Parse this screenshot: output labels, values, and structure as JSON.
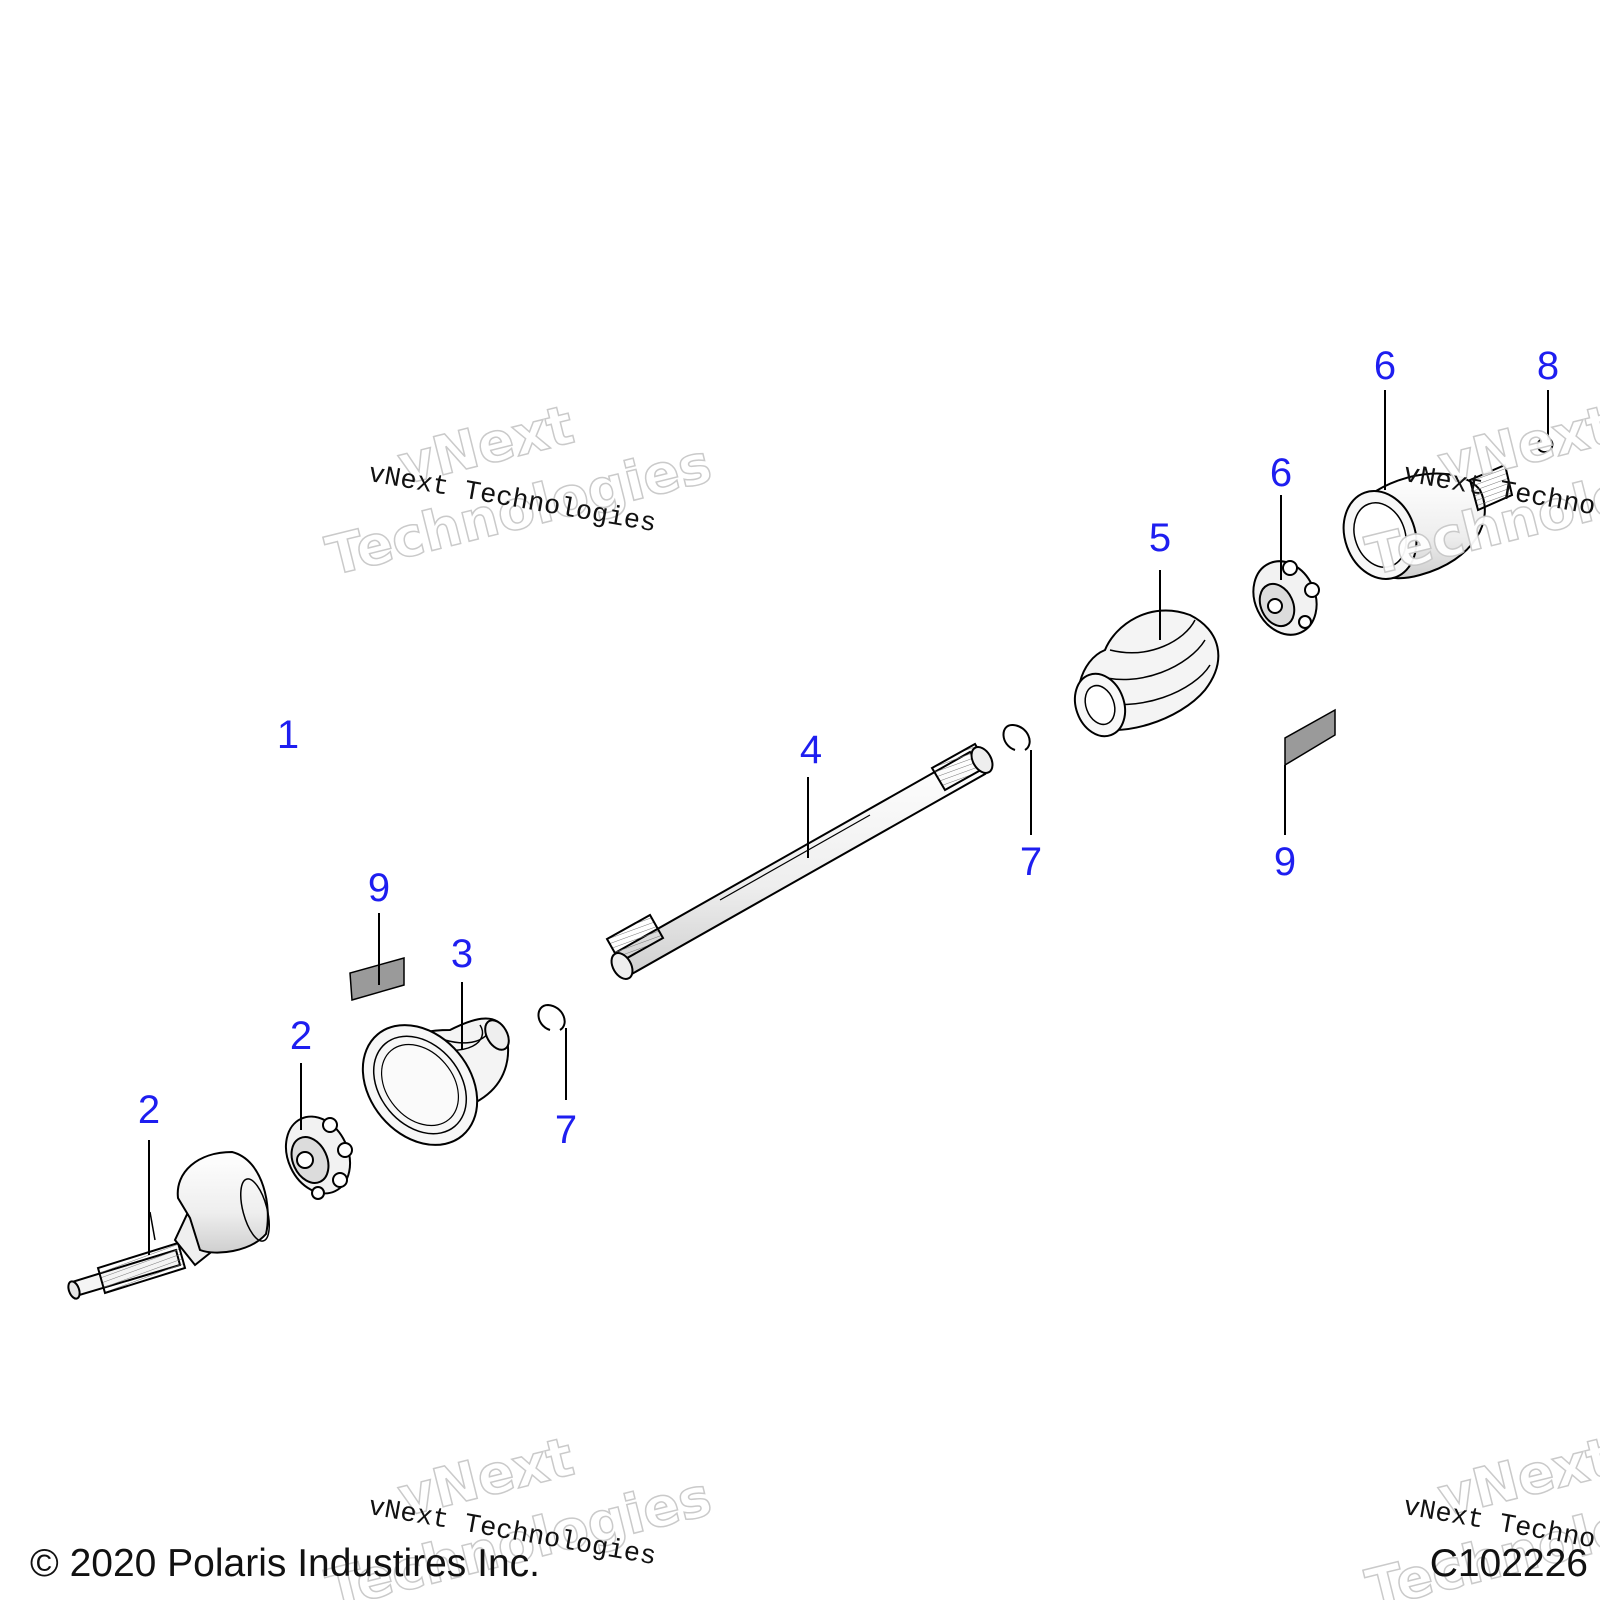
{
  "callouts": [
    {
      "id": "1",
      "label": "1"
    },
    {
      "id": "2a",
      "label": "2"
    },
    {
      "id": "2b",
      "label": "2"
    },
    {
      "id": "3",
      "label": "3"
    },
    {
      "id": "4",
      "label": "4"
    },
    {
      "id": "5",
      "label": "5"
    },
    {
      "id": "6a",
      "label": "6"
    },
    {
      "id": "6b",
      "label": "6"
    },
    {
      "id": "7a",
      "label": "7"
    },
    {
      "id": "7b",
      "label": "7"
    },
    {
      "id": "8",
      "label": "8"
    },
    {
      "id": "9a",
      "label": "9"
    },
    {
      "id": "9b",
      "label": "9"
    }
  ],
  "watermark": {
    "dark_text": "vNext Technologies",
    "ghost_line1": "vNext",
    "ghost_line2": "Technologies"
  },
  "footer": {
    "copyright": "© 2020 Polaris Industires Inc.",
    "figure_id": "C102226"
  },
  "colors": {
    "callout": "#1e1ef0",
    "line_art": "#000000",
    "part_fill": "#f4f4f4",
    "label_patch": "#9a9a9a"
  }
}
